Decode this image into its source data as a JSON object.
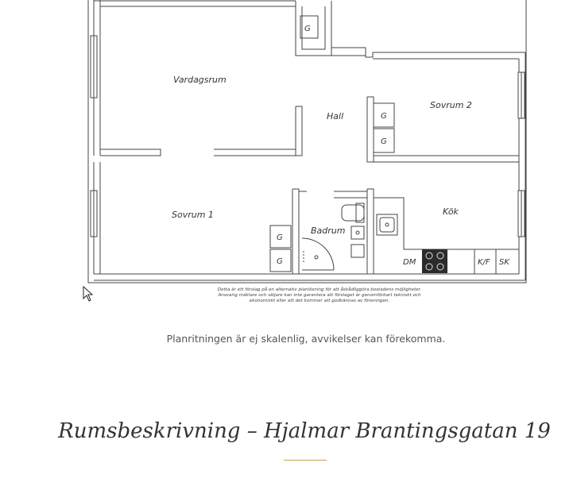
{
  "floorplan": {
    "rooms": {
      "vardagsrum": "Vardagsrum",
      "hall": "Hall",
      "sovrum2": "Sovrum 2",
      "sovrum1": "Sovrum 1",
      "badrum": "Badrum",
      "kok": "Kök"
    },
    "closet_label": "G",
    "appliances": {
      "dm": "DM",
      "kf": "K/F",
      "sk": "SK"
    },
    "disclaimer": [
      "Detta är ett förslag på en alternativ planlösning för att åskådliggöra bostadens möjligheter.",
      "Ansvarig mäklare och säljare kan inte garantera att förslaget är genomförbart tekniskt och",
      "ekonomiskt eller att det kommer att godkännas av föreningen."
    ]
  },
  "scale_note": "Planritningen är ej skalenlig, avvikelser kan förekomma.",
  "section": {
    "heading": "Rumsbeskrivning – Hjalmar Brantingsgatan 19"
  },
  "colors": {
    "wall": "#444444",
    "accent": "#c9a34e",
    "stove": "#2b2b2b"
  },
  "icons": [
    "window-icon",
    "cursor-icon",
    "sink-icon",
    "toilet-icon",
    "shower-icon",
    "stove-icon"
  ]
}
